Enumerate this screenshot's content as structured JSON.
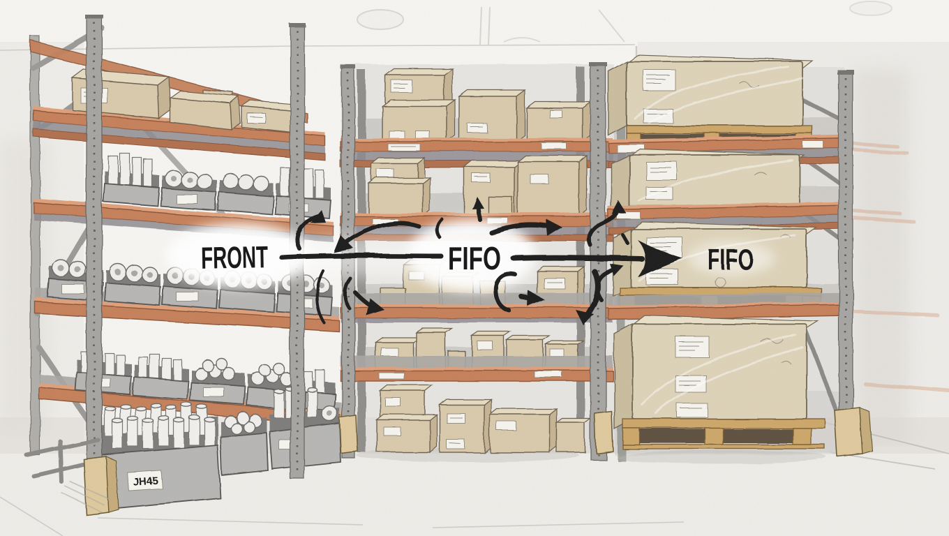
{
  "scene": {
    "title": "Warehouse FIFO flow sketch",
    "labels": {
      "front": "FRONT",
      "fifo_center": "FIFO",
      "fifo_pallet": "FIFO",
      "floor_bin_code": "JH45"
    },
    "racks": [
      {
        "id": "left-rack",
        "beam_levels": 4,
        "contents": "open small-parts bins, cartons, floor bins with cylinders and rolls"
      },
      {
        "id": "middle-rack",
        "beam_levels": 4,
        "contents": "cardboard cartons on every level"
      },
      {
        "id": "right-rack",
        "beam_levels": 3,
        "contents": "shrink-wrapped palletised crates"
      }
    ],
    "flow_arrows": [
      "main-flow-left-to-right",
      "curl-up-to-shelf",
      "curve-down-to-line",
      "small-curl",
      "small-up",
      "short-right",
      "paren-marks",
      "curve-down-right",
      "hook-right",
      "s-curve-up",
      "s-curve-up-right",
      "curve-down"
    ],
    "colors": {
      "paper": "#fbfaf7",
      "beam_orange": "#c5805a",
      "beam_back": "#b0714f",
      "steel_gray": "#a6a5a2",
      "carton_tan": "#d9caac",
      "bin_gray": "#b7b6b4",
      "pallet_wood": "#cda76a",
      "guard_beige": "#dfc99e",
      "ink": "#1b1b1b",
      "floor": "#efede9"
    }
  }
}
